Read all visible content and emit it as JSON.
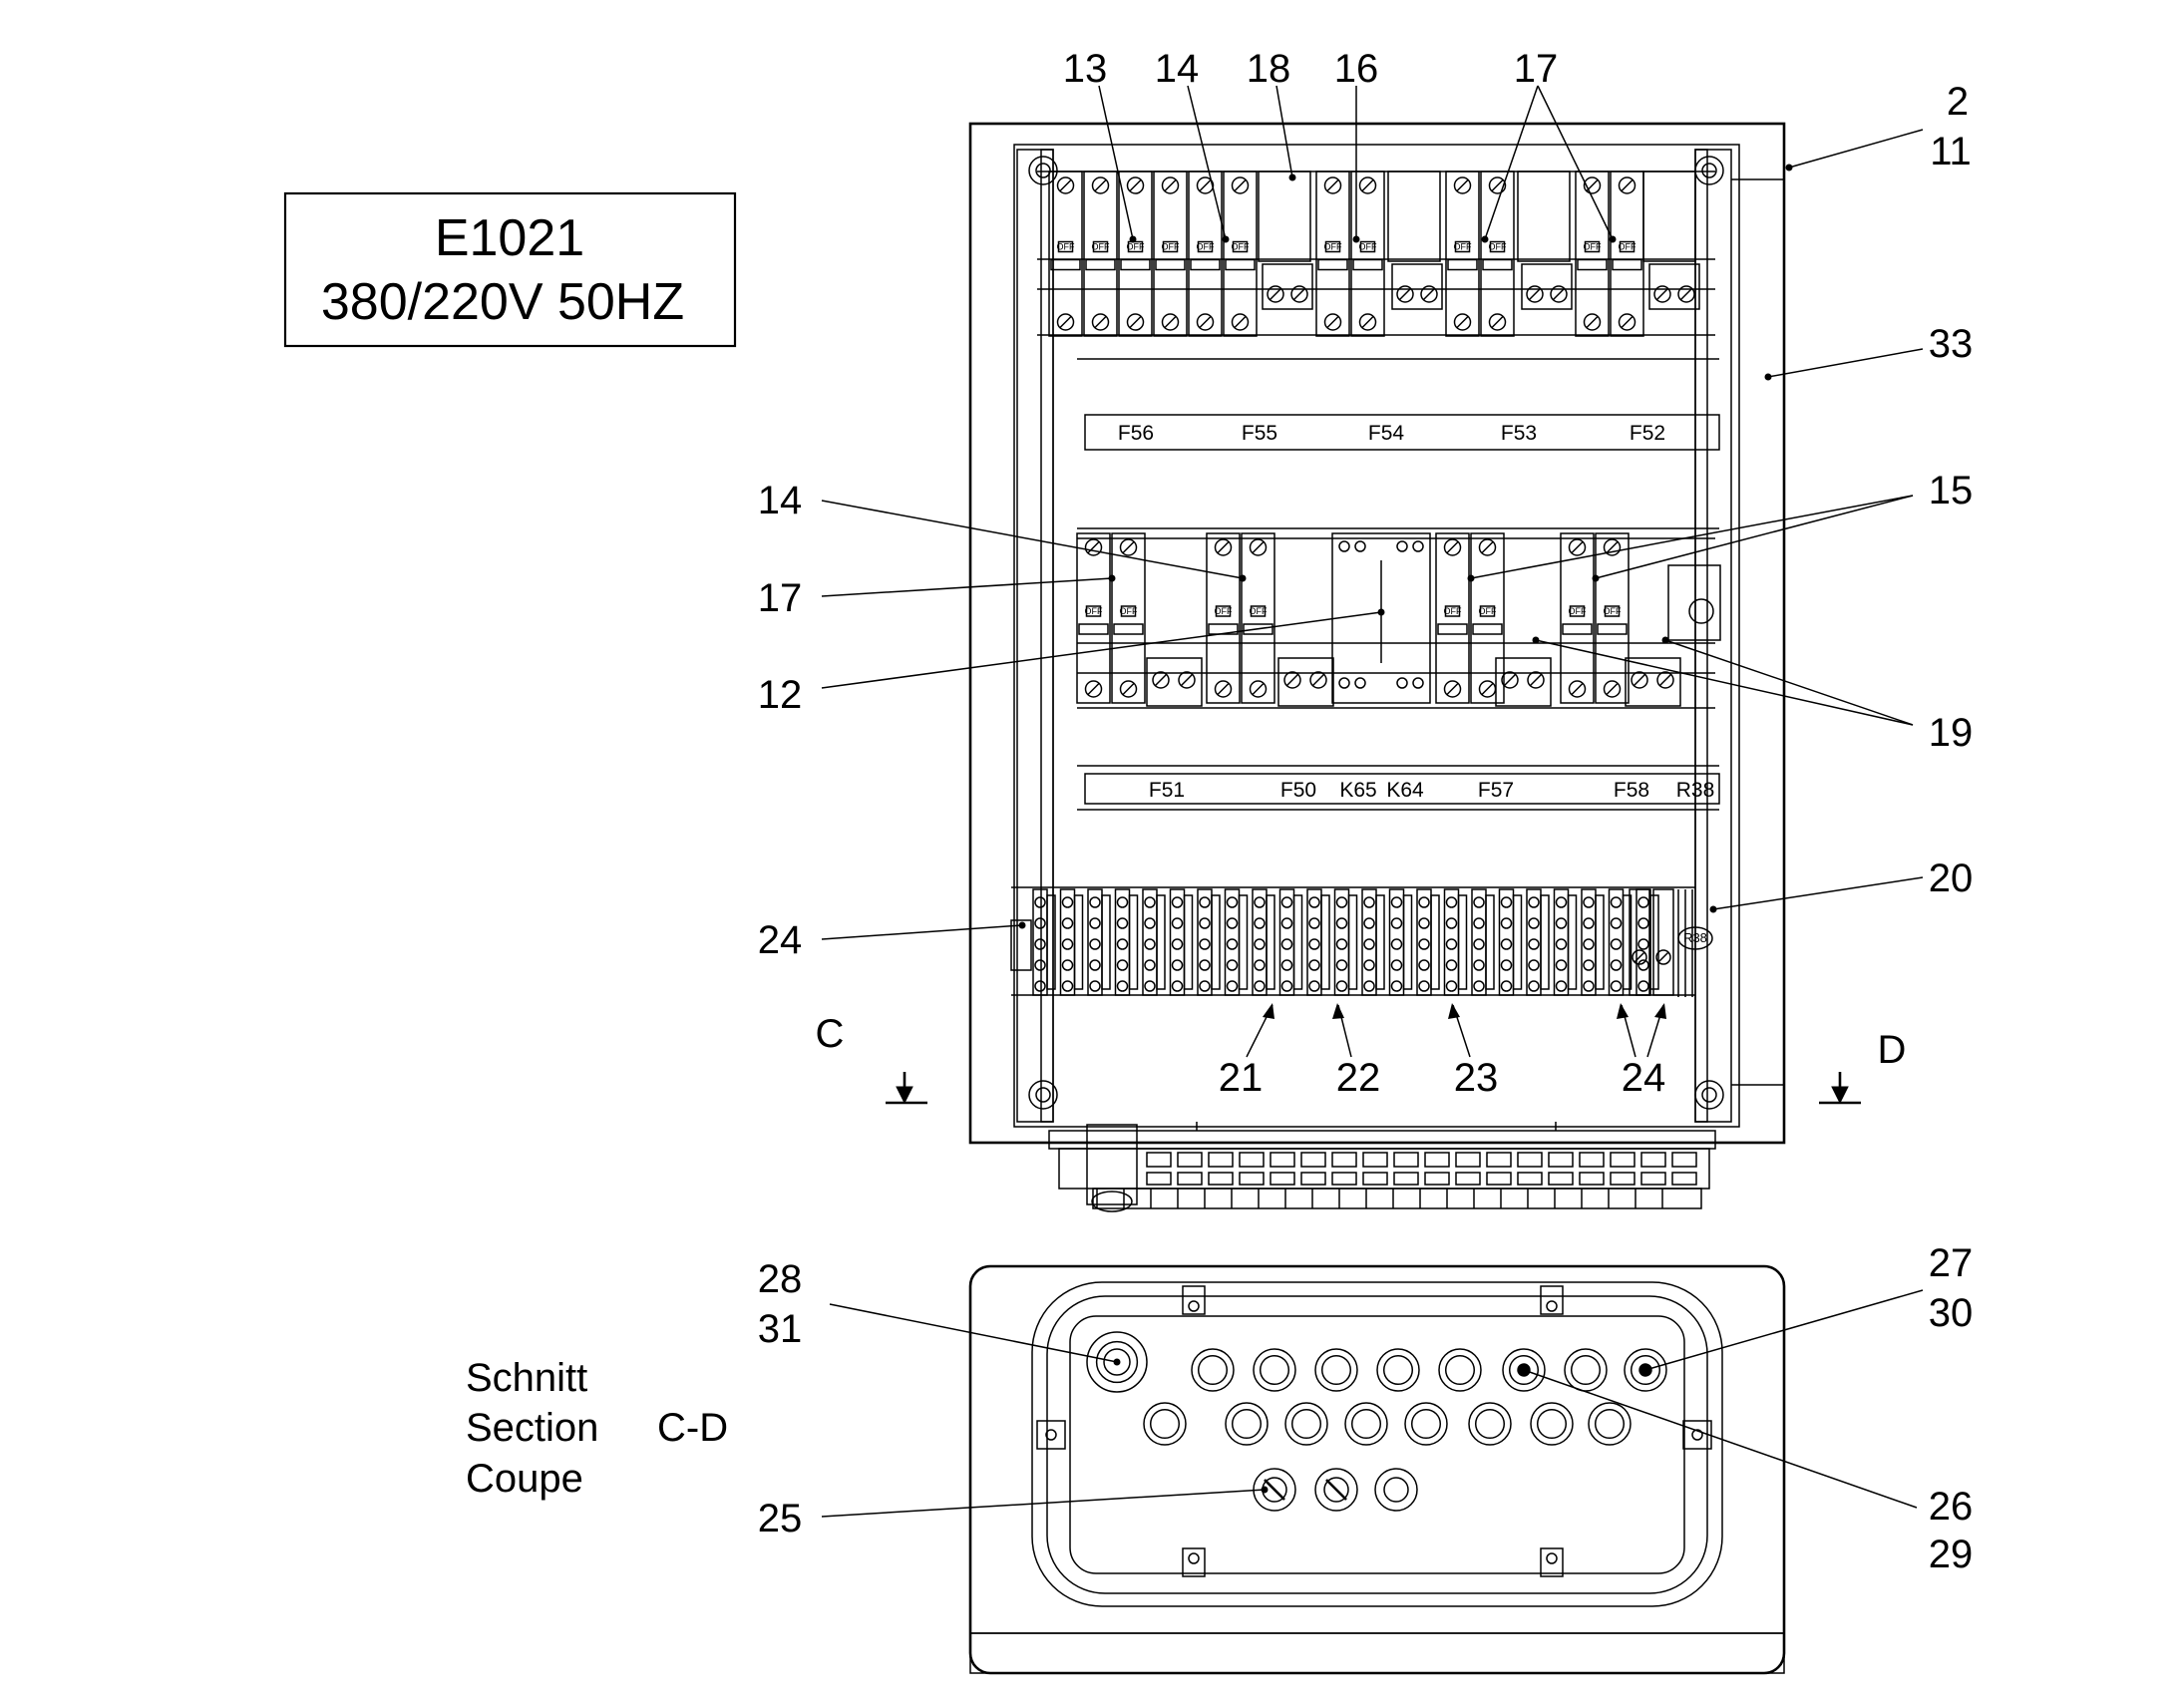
{
  "title_box": {
    "line1": "E1021",
    "line2": "380/220V 50HZ"
  },
  "section_caption": {
    "lines": [
      "Schnitt",
      "Section",
      "Coupe"
    ],
    "designation": "C-D"
  },
  "section_markers": {
    "left": "C",
    "right": "D"
  },
  "upper_rail_labels": [
    "F56",
    "F55",
    "F54",
    "F53",
    "F52"
  ],
  "lower_rail_labels": [
    "F51",
    "F50",
    "K65",
    "K64",
    "F57",
    "F58",
    "R38"
  ],
  "terminal_tag": "R38",
  "breaker_mark": "OFF",
  "callouts": {
    "top": [
      "13",
      "14",
      "18",
      "16",
      "17"
    ],
    "right": [
      "2",
      "11",
      "33",
      "15",
      "19",
      "20",
      "27",
      "30",
      "26",
      "29"
    ],
    "left": [
      "14",
      "17",
      "12",
      "24",
      "28",
      "31",
      "25"
    ],
    "bottom": [
      "21",
      "22",
      "23",
      "24"
    ]
  }
}
